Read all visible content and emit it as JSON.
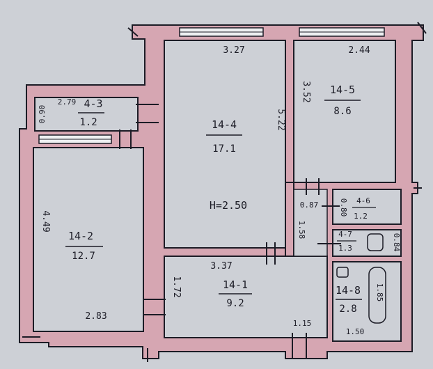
{
  "colors": {
    "paper": "#cdd0d6",
    "wall_fill": "#d6a6b2",
    "ink": "#1c1c26",
    "window": "#eef0f2"
  },
  "rooms": {
    "r14_1": {
      "id": "14-1",
      "area": "9.2"
    },
    "r14_2": {
      "id": "14-2",
      "area": "12.7"
    },
    "r14_3": {
      "id": "4-3",
      "area": "1.2"
    },
    "r14_4": {
      "id": "14-4",
      "area": "17.1"
    },
    "r14_5": {
      "id": "14-5",
      "area": "8.6"
    },
    "r14_6": {
      "id": "4-6",
      "area": "1.2"
    },
    "r14_7": {
      "id": "4-7",
      "area": "1.3"
    },
    "r14_8": {
      "id": "14-8",
      "area": "2.8"
    }
  },
  "ceiling_height": "H=2.50",
  "dimensions": {
    "d_327": "3.27",
    "d_244": "2.44",
    "d_279": "2.79",
    "d_090": "0.90",
    "d_552": "5.22",
    "d_352": "3.52",
    "d_449": "4.49",
    "d_283": "2.83",
    "d_337": "3.37",
    "d_172": "1.72",
    "d_087": "0.87",
    "d_158": "1.58",
    "d_080": "0.80",
    "d_084": "0.84",
    "d_115": "1.15",
    "d_150": "1.50",
    "d_185": "1.85"
  }
}
